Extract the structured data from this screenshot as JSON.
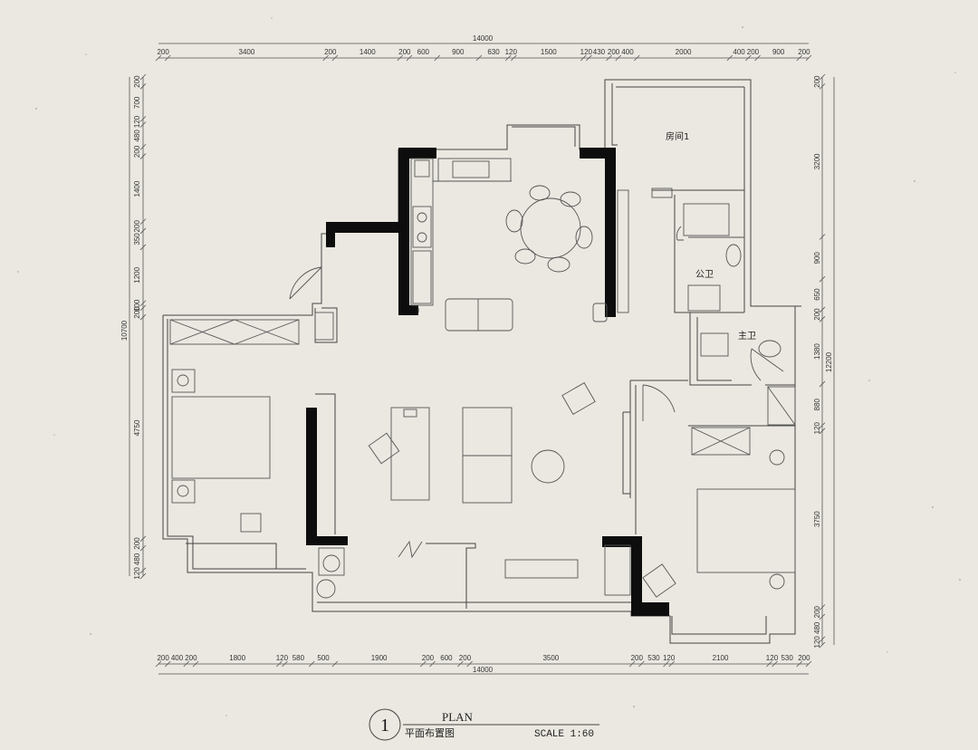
{
  "top_dims": {
    "total": "14000",
    "items": [
      "200",
      "3400",
      "200",
      "1400",
      "200",
      "600",
      "900",
      "630",
      "120",
      "1500",
      "120",
      "430",
      "200",
      "400",
      "2000",
      "400",
      "200",
      "900",
      "200"
    ]
  },
  "bottom_dims": {
    "total": "14000",
    "items": [
      "200",
      "400",
      "200",
      "1800",
      "120",
      "580",
      "500",
      "1900",
      "200",
      "600",
      "200",
      "3500",
      "200",
      "530",
      "120",
      "2100",
      "120",
      "530",
      "200"
    ]
  },
  "left_dims": {
    "total": "10700",
    "items": [
      "200",
      "700",
      "120",
      "480",
      "200",
      "1400",
      "200",
      "350",
      "1200",
      "100",
      "200",
      "4750",
      "200",
      "480",
      "120"
    ]
  },
  "right_dims": {
    "total": "12200",
    "items": [
      "200",
      "3200",
      "900",
      "650",
      "200",
      "1380",
      "880",
      "120",
      "3750",
      "200",
      "480",
      "120"
    ]
  },
  "rooms": {
    "room1": "房间1",
    "public_bath": "公卫",
    "master_bath": "主卫"
  },
  "title": {
    "number": "1",
    "plan": "PLAN",
    "subtitle": "平面布置图",
    "scale": "SCALE 1:60"
  }
}
